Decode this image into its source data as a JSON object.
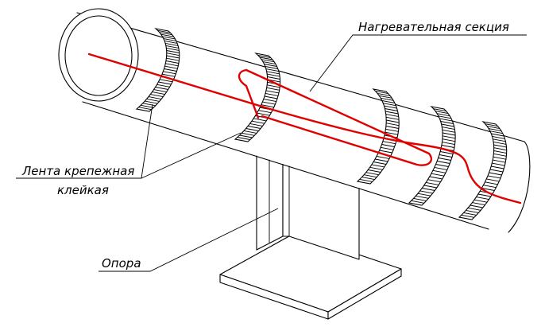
{
  "labels": {
    "heating_section": "Нагревательная  секция",
    "tape_line1": "Лента крепежная",
    "tape_line2": "клейкая",
    "support": "Опора"
  },
  "colors": {
    "heating_cable": "#e00000",
    "line": "#000000",
    "background": "#ffffff"
  }
}
